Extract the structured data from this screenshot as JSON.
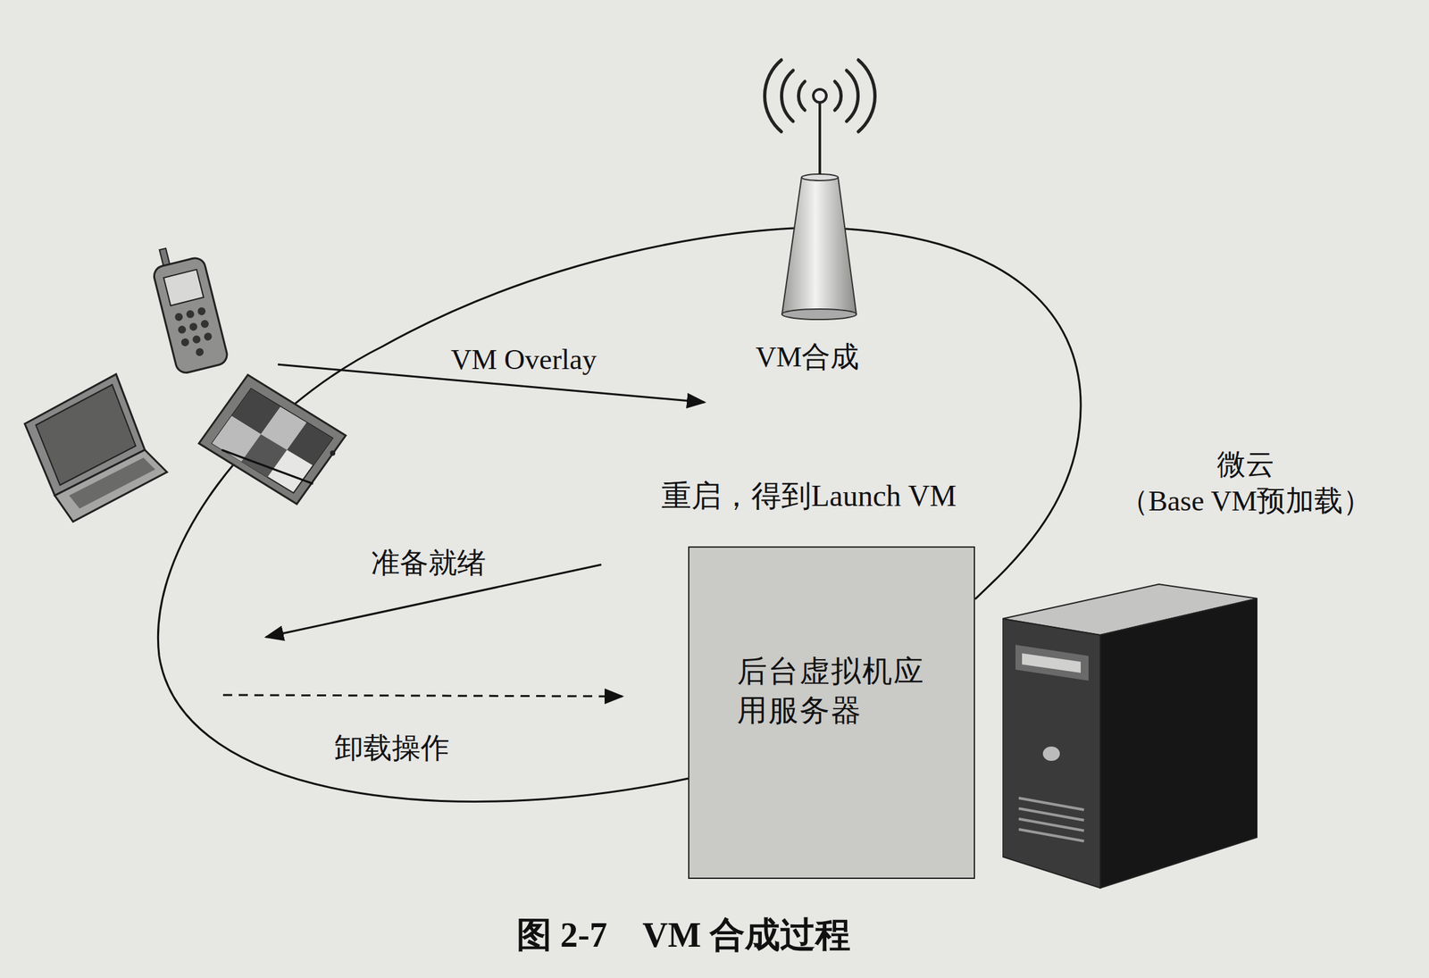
{
  "diagram": {
    "caption": "图 2-7　VM 合成过程",
    "nodes": [
      {
        "text": [
          "后台虚拟机应用服务器"
        ]
      },
      {
        "text": [
          "微云",
          "（Base VM预加载）"
        ]
      }
    ],
    "labels": [
      "VM Overlay",
      "VM合成",
      "重启，得到Launch VM",
      "准备就绪",
      "卸载操作"
    ]
  }
}
